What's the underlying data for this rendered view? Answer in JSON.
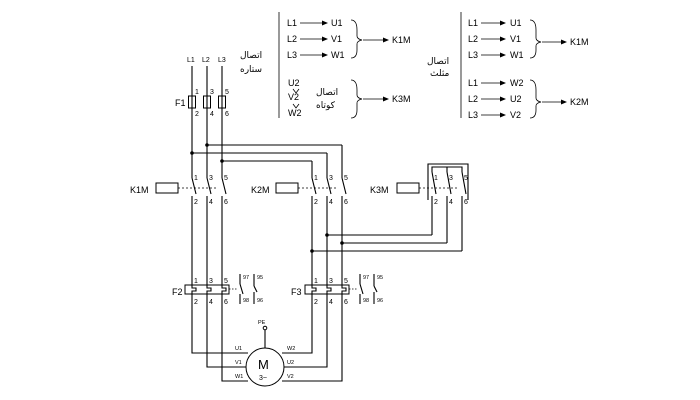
{
  "table_left": {
    "star": {
      "rows": [
        {
          "from": "L1",
          "to": "U1"
        },
        {
          "from": "L2",
          "to": "V1"
        },
        {
          "from": "L3",
          "to": "W1"
        }
      ],
      "target": "K1M",
      "label_line1": "اتصال",
      "label_line2": "ستاره"
    },
    "short": {
      "items": [
        "U2",
        "V2",
        "W2"
      ],
      "target": "K3M",
      "label_line1": "اتصال",
      "label_line2": "کوتاه"
    }
  },
  "table_right": {
    "delta": {
      "rows": [
        {
          "from": "L1",
          "to": "U1"
        },
        {
          "from": "L2",
          "to": "V1"
        },
        {
          "from": "L3",
          "to": "W1"
        }
      ],
      "target": "K1M",
      "label_line1": "اتصال",
      "label_line2": "مثلث"
    },
    "k2m": {
      "rows": [
        {
          "from": "L1",
          "to": "W2"
        },
        {
          "from": "L2",
          "to": "U2"
        },
        {
          "from": "L3",
          "to": "V2"
        }
      ],
      "target": "K2M"
    }
  },
  "circuit": {
    "lines": [
      "L1",
      "L2",
      "L3"
    ],
    "fuse": {
      "label": "F1",
      "top": [
        "1",
        "3",
        "5"
      ],
      "bottom": [
        "2",
        "4",
        "6"
      ]
    },
    "k1m": {
      "label": "K1M",
      "top": [
        "1",
        "3",
        "5"
      ],
      "bottom": [
        "2",
        "4",
        "6"
      ]
    },
    "k2m": {
      "label": "K2M",
      "top": [
        "1",
        "3",
        "5"
      ],
      "bottom": [
        "2",
        "4",
        "6"
      ]
    },
    "k3m": {
      "label": "K3M",
      "top": [
        "1",
        "3",
        "5"
      ],
      "bottom": [
        "2",
        "4",
        "6"
      ]
    },
    "f2": {
      "label": "F2",
      "top": [
        "1",
        "3",
        "5"
      ],
      "bottom": [
        "2",
        "4",
        "6"
      ],
      "aux_top": [
        "97",
        "95"
      ],
      "aux_bottom": [
        "98",
        "96"
      ]
    },
    "f3": {
      "label": "F3",
      "top": [
        "1",
        "3",
        "5"
      ],
      "bottom": [
        "2",
        "4",
        "6"
      ],
      "aux_top": [
        "97",
        "95"
      ],
      "aux_bottom": [
        "98",
        "96"
      ]
    },
    "motor": {
      "symbol": "M",
      "phase": "3~",
      "pe": "PE",
      "left_terminals": [
        "U1",
        "V1",
        "W1"
      ],
      "right_terminals": [
        "W2",
        "U2",
        "V2"
      ]
    }
  }
}
